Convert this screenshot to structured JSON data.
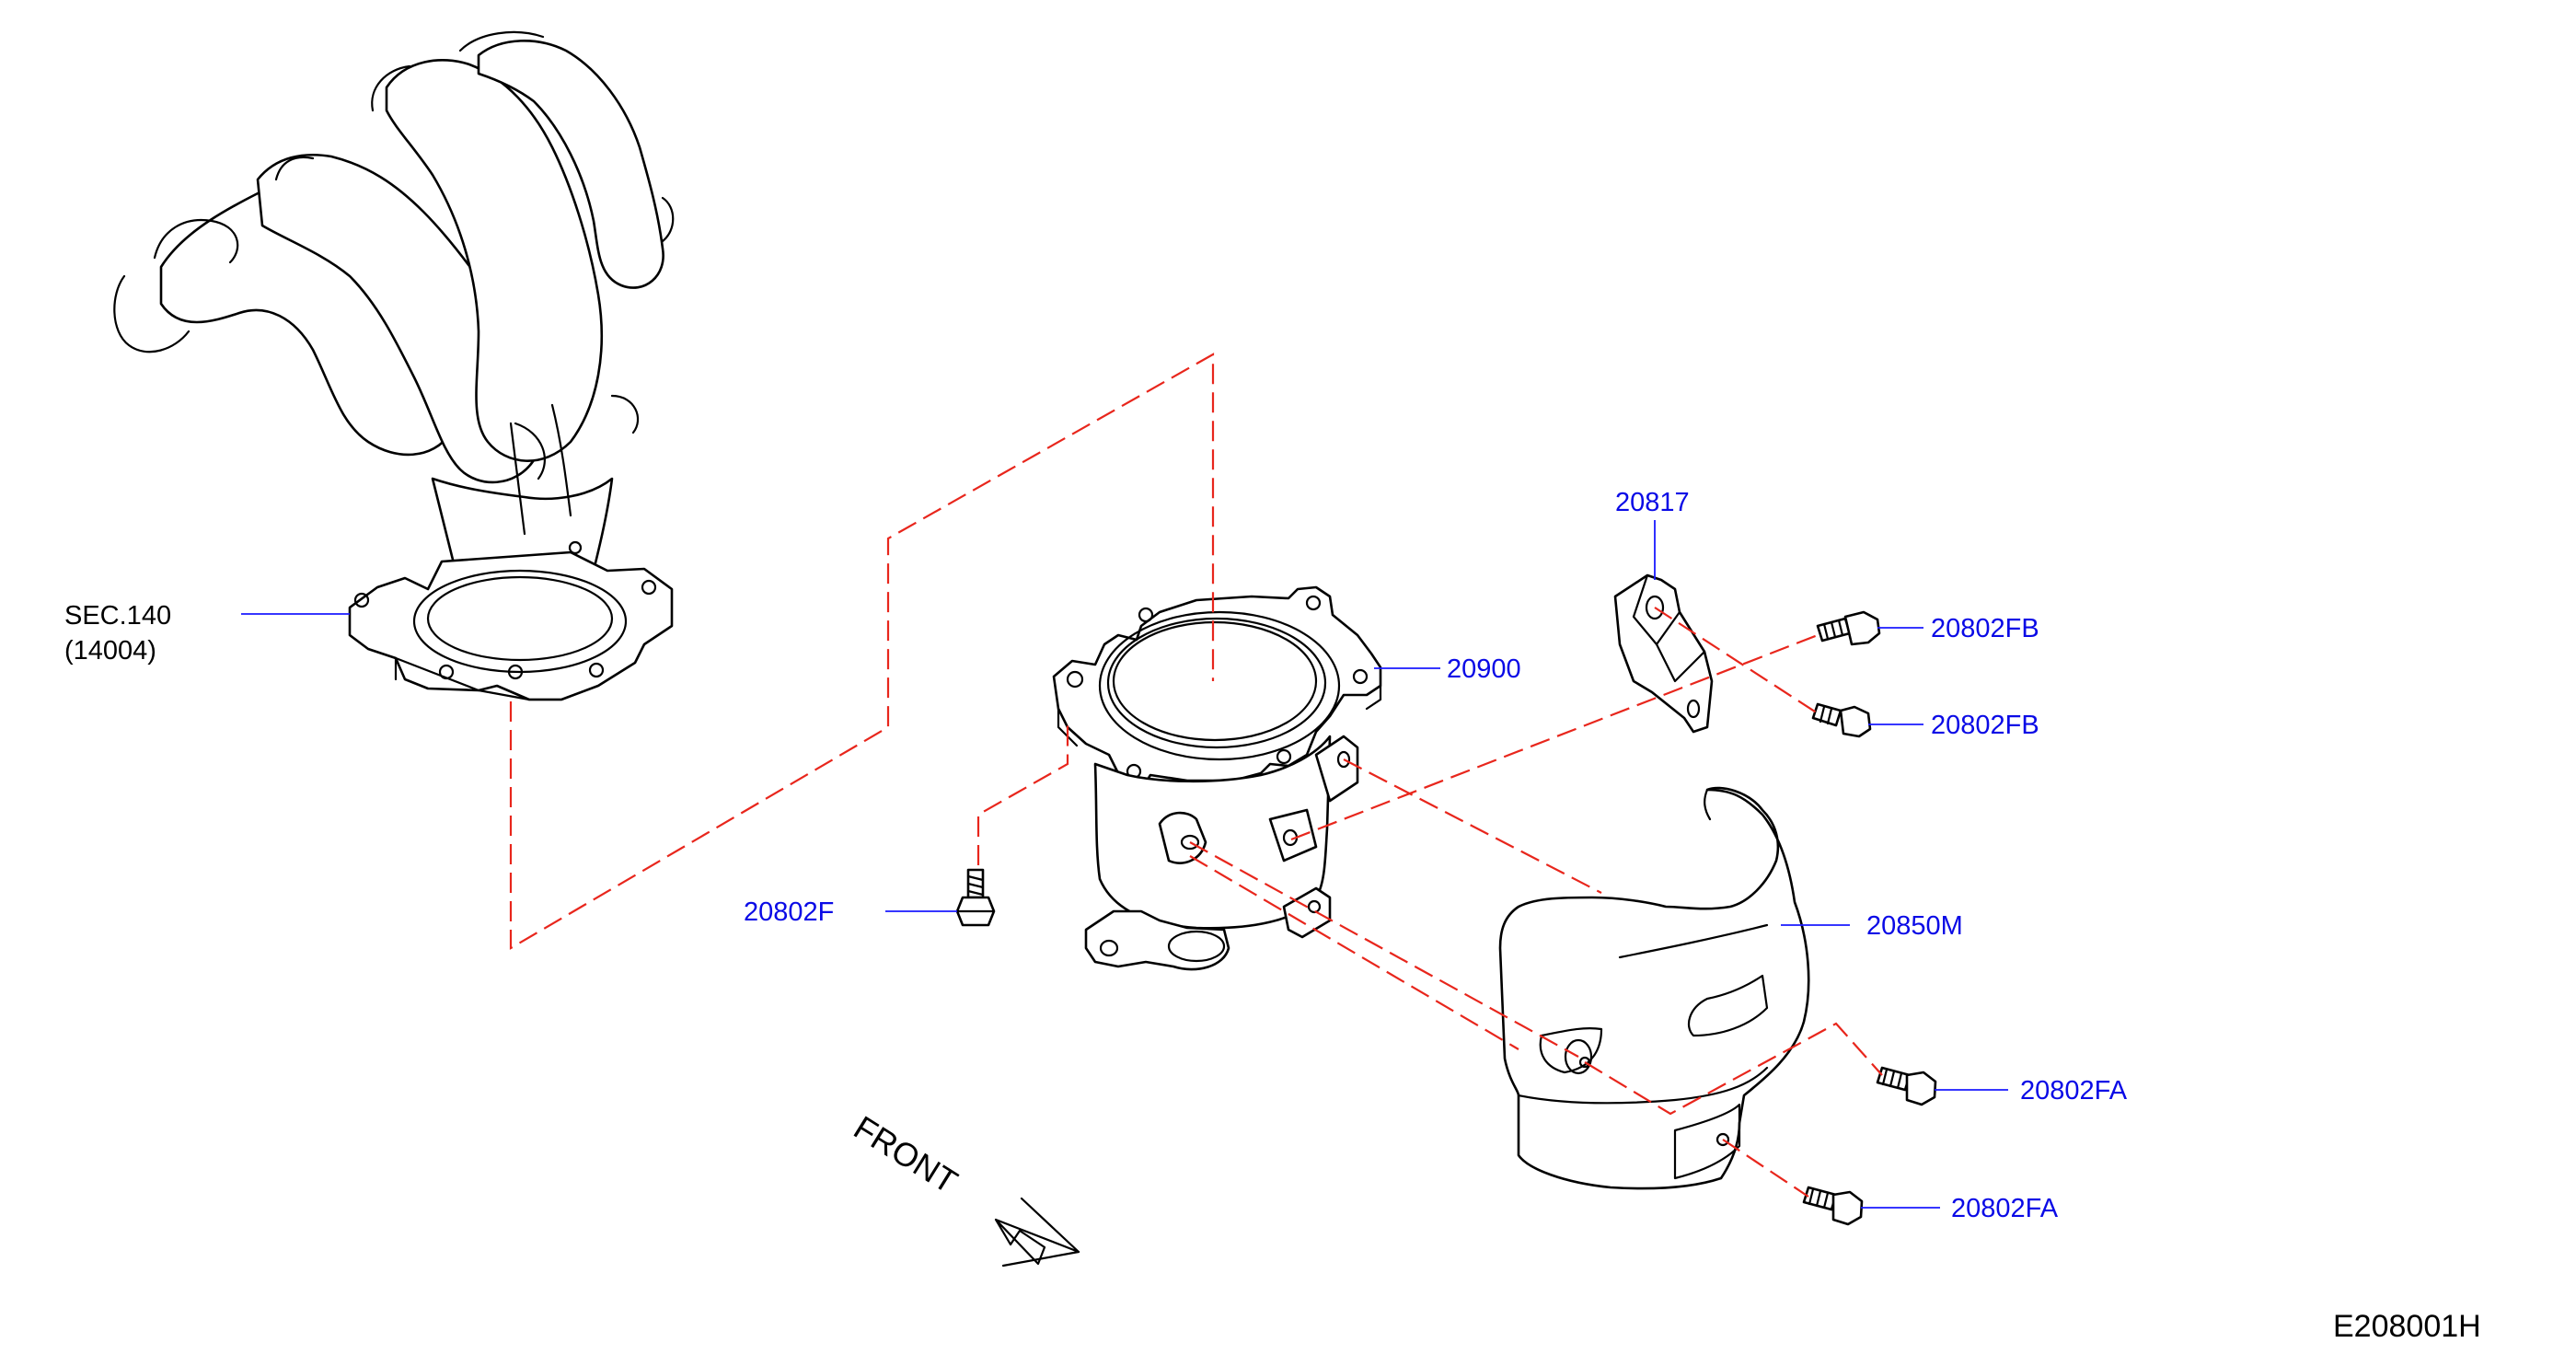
{
  "diagram": {
    "reference": {
      "line1": "SEC.140",
      "line2": "(14004)"
    },
    "callouts": {
      "part_20900": "20900",
      "part_20817": "20817",
      "part_20802FB_upper": "20802FB",
      "part_20802FB_lower": "20802FB",
      "part_20802F": "20802F",
      "part_20850M": "20850M",
      "part_20802FA_upper": "20802FA",
      "part_20802FA_lower": "20802FA"
    },
    "front_label": "FRONT",
    "diagram_code": "E208001H"
  },
  "colors": {
    "callout_text": "#0a0ae6",
    "leader_line": "#1a1aff",
    "assembly_line": "#e8261c",
    "drawing": "#000000"
  }
}
